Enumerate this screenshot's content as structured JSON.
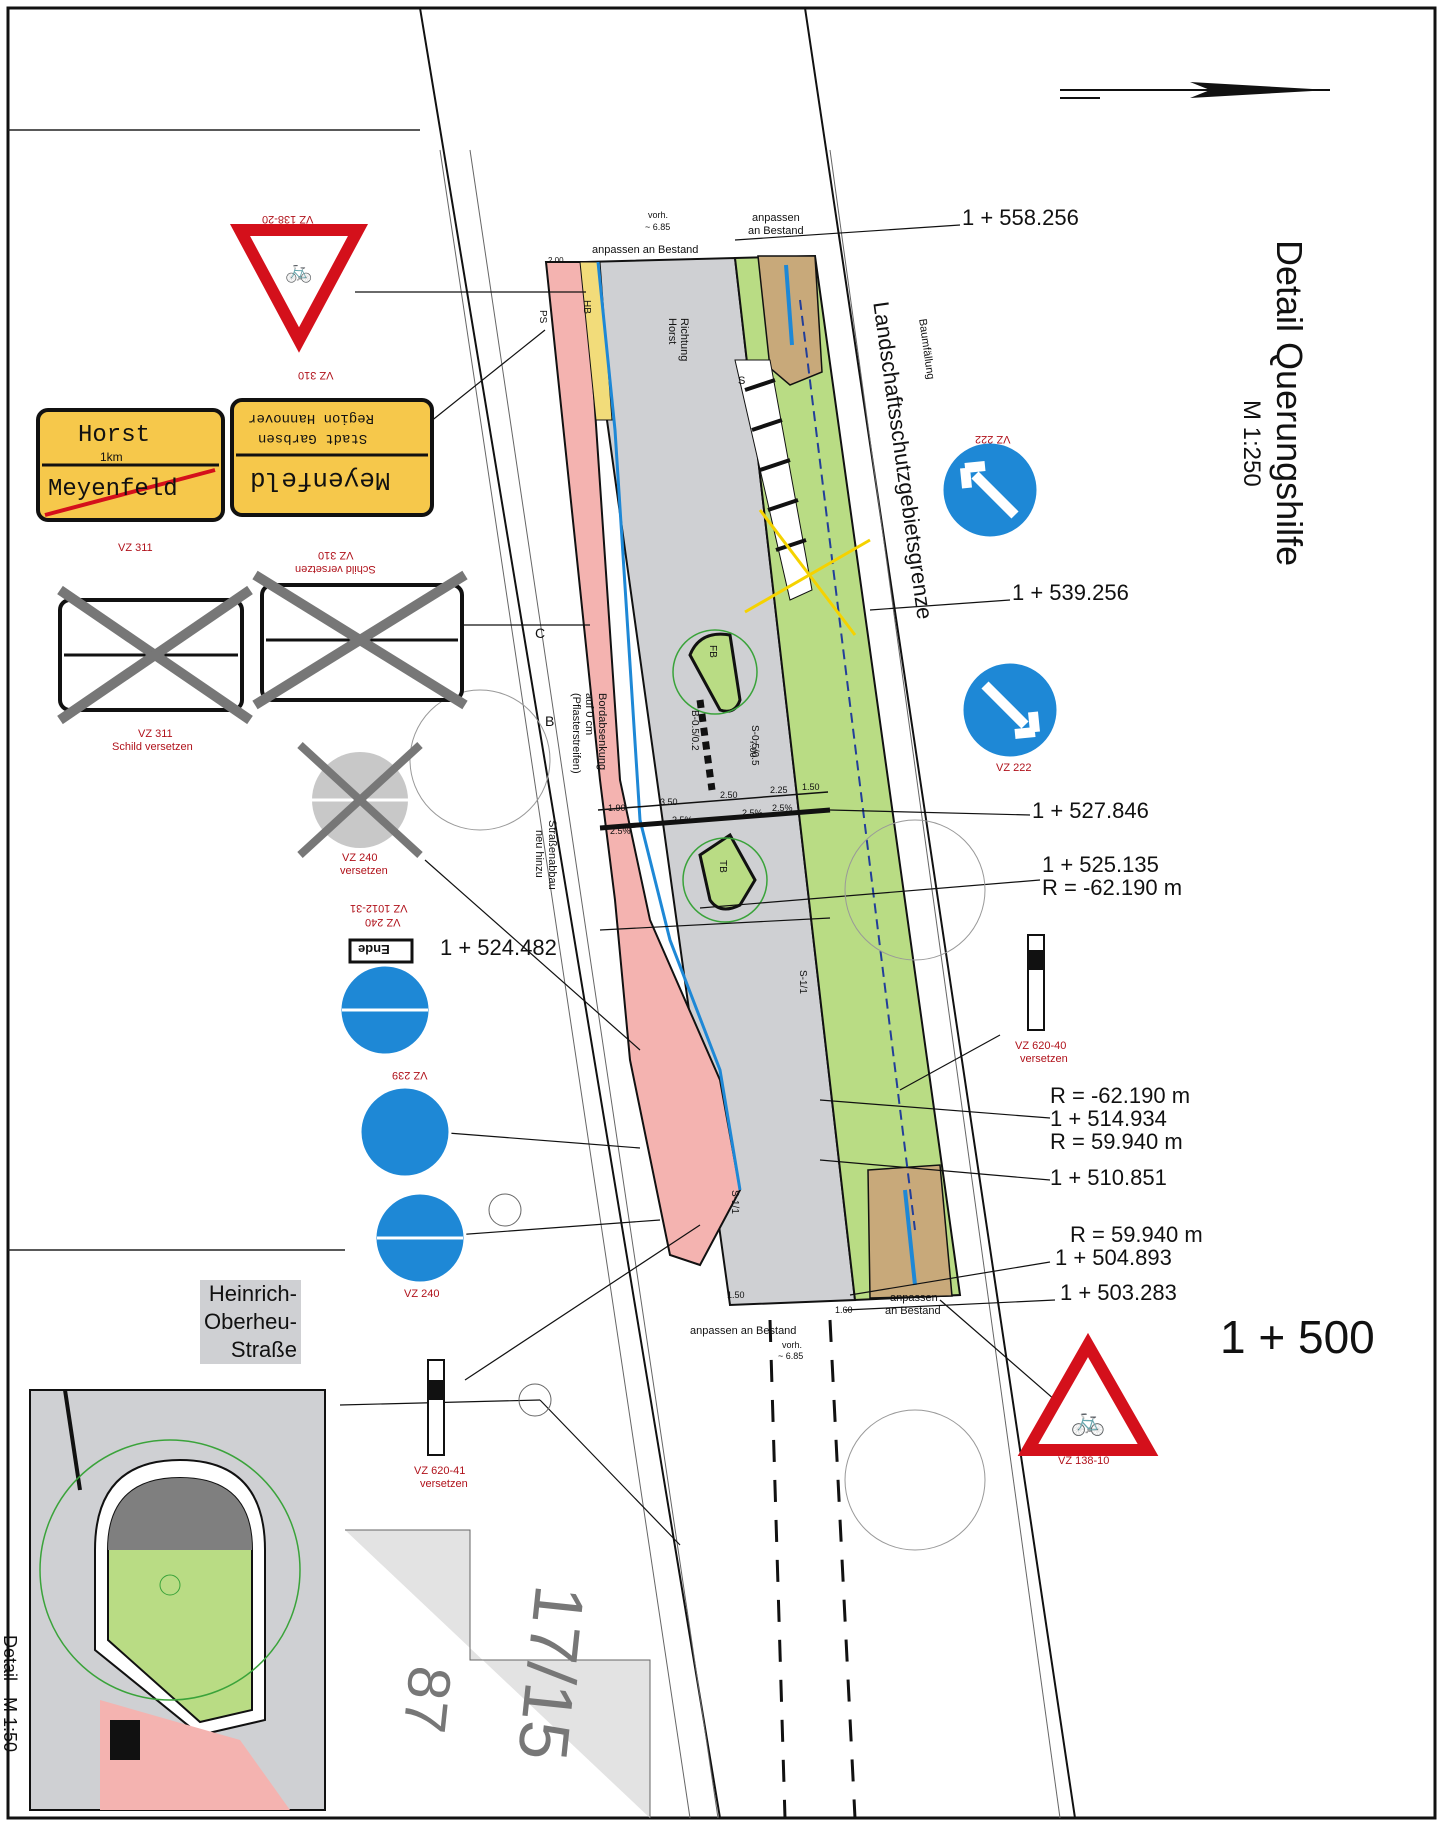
{
  "title": "Detail Querungshilfe",
  "scale": "M 1:250",
  "detail_label": "Detail - M 1:50",
  "landscape_label": "Landschaftsschutzgebietsgrenze",
  "baumfaellung": "Baumfällung",
  "street_name": [
    "Heinrich-",
    "Oberheu-",
    "Straße"
  ],
  "parcel_1": "17/15",
  "parcel_2": "87",
  "big_station": "1 + 500",
  "stations": {
    "s1": "1 + 558.256",
    "s2": "1 + 539.256",
    "s3": "1 + 527.846",
    "s4": "1 + 525.135",
    "s4r": "R = -62.190 m",
    "s5": "1 + 524.482",
    "s6r": "R = -62.190 m",
    "s6": "1 + 514.934",
    "s6r2": "R = 59.940 m",
    "s7": "1 + 510.851",
    "s8r": "R = 59.940 m",
    "s8": "1 + 504.893",
    "s9": "1 + 503.283"
  },
  "road_labels": {
    "vorh_top": "vorh.",
    "vorh_top_w": "~ 6.85",
    "anpassen_top": "anpassen an Bestand",
    "anpassen_top_r1": "anpassen",
    "anpassen_top_r2": "an Bestand",
    "w200": "2.00",
    "richtung": "Richtung",
    "horst": "Horst",
    "bordab": "Bordabsenkung",
    "auf0": "auf 0 cm",
    "pflaster": "(Pflasterstreifen)",
    "strassenabbau": "Straßenabbau",
    "neuhinzu": "neu hinzu",
    "anpassen_bot": "anpassen an Bestand",
    "anpassen_bot_r1": "anpassen",
    "anpassen_bot_r2": "an Bestand",
    "vorh_bot": "vorh.",
    "vorh_bot_w": "~ 6.85",
    "w150": "1.50",
    "w160": "1.60",
    "w190": "1.90",
    "w350": "3.50",
    "w250": "2.50",
    "w225": "2.25",
    "w150b": "1.50",
    "w700": "7.00",
    "p25a": "2.5%",
    "p25b": "2.5%",
    "p25c": "2.5%",
    "p25d": "2.5%",
    "b05": "B-0.5/0.2",
    "s05": "S-0.5/0.5",
    "s11a": "S-1/1",
    "s11b": "S-1/1",
    "ps": "PS",
    "hb": "HB",
    "fb": "FB",
    "tb": "TB",
    "s": "S",
    "c": "C",
    "b": "B"
  },
  "signs": {
    "vz138_20": "VZ 138-20",
    "vz310a": "VZ 310",
    "vz311a": "VZ 311",
    "vz310b_1": "VZ 310",
    "vz310b_2": "Schild versetzen",
    "vz311b_1": "VZ 311",
    "vz311b_2": "Schild versetzen",
    "vz240a_1": "VZ 240",
    "vz240a_2": "versetzen",
    "vz240b_1": "VZ 240",
    "vz240b_2": "VZ 1012-31",
    "ende": "Ende",
    "vz239": "VZ 239",
    "vz240c": "VZ 240",
    "vz222a": "VZ 222",
    "vz222b": "VZ 222",
    "vz620_40_1": "VZ 620-40",
    "vz620_40_2": "versetzen",
    "vz620_41_1": "VZ 620-41",
    "vz620_41_2": "versetzen",
    "vz138_10": "VZ 138-10",
    "horst": "Horst",
    "km": "1km",
    "meyenfeld": "Meyenfeld",
    "stadt": "Stadt Garbsen",
    "region": "Region Hannover"
  },
  "colors": {
    "pink": "#f4b3b0",
    "green": "#b9dc84",
    "grey": "#cfd0d3",
    "brown": "#c8a97a",
    "yellow": "#f2dc7a",
    "blue": "#1e88d6",
    "signred": "#d4101b",
    "signyellow": "#f6c84b"
  }
}
